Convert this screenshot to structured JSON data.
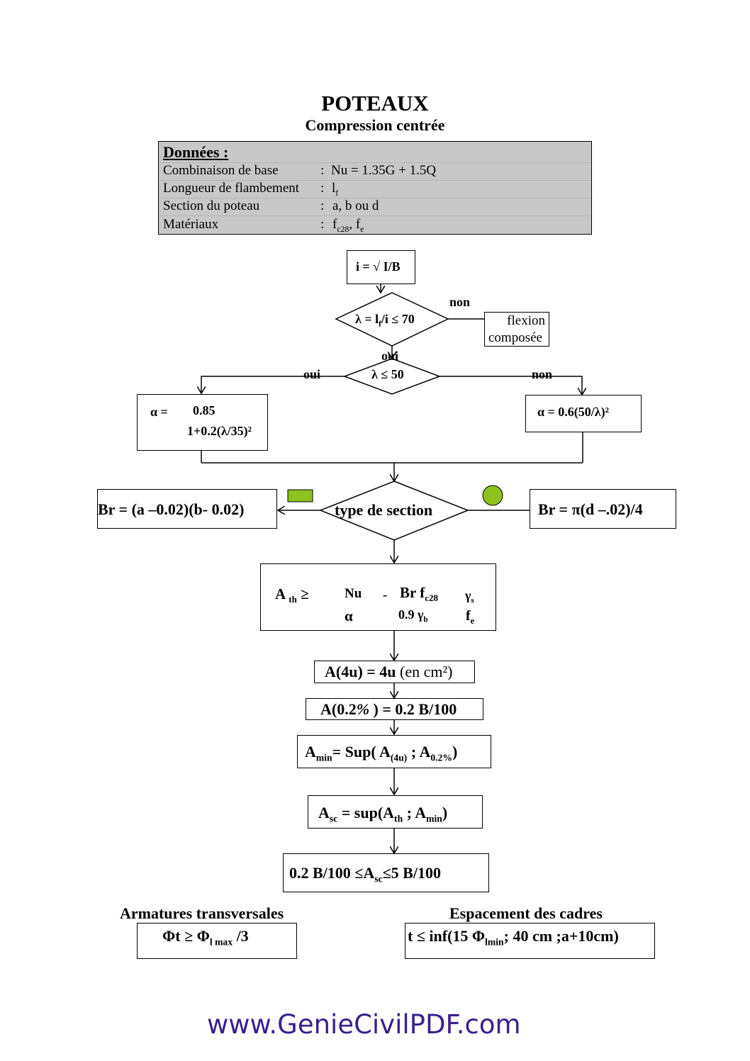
{
  "title": "POTEAUX",
  "subtitle": "Compression centrée",
  "donnees": {
    "heading": "Données :",
    "rows": [
      {
        "label": "Combinaison de base",
        "sep": ":",
        "value": "Nu = 1.35G + 1.5Q"
      },
      {
        "label": "Longueur de flambement",
        "sep": ":",
        "value_main": "l",
        "value_sub": "f"
      },
      {
        "label": "Section du poteau",
        "sep": ":",
        "value": "a, b ou d"
      },
      {
        "label": "Matériaux",
        "sep": ":",
        "v1": "f",
        "v1_sub": "c28",
        "v2": ", f",
        "v2_sub": "e"
      }
    ]
  },
  "box_i": {
    "lhs": "i =",
    "sqrt": "√",
    "rhs": "I/B"
  },
  "decision_lambda": {
    "a": "λ = l",
    "sub": "f",
    "b": "/i",
    "rel": "≤ 70"
  },
  "label_non_1": "non",
  "box_flexion": {
    "line1": "flexion",
    "line2": "composée"
  },
  "label_oui_center": "oui",
  "decision_50": {
    "text": "λ ≤ 50"
  },
  "label_oui_left": "oui",
  "label_non_right": "non",
  "box_alpha_left": {
    "lhs": "α =",
    "num": "0.85",
    "den": "1+0.2(λ/35)²"
  },
  "box_alpha_right": {
    "text": "α = 0.6(50/λ)²"
  },
  "decision_section": {
    "text": "type de section"
  },
  "box_br_rect": {
    "text": "Br = (a –0.02)(b- 0.02)"
  },
  "box_br_circ": {
    "pre": "Br =",
    "pi": "π",
    "post": "(d –.02)/4"
  },
  "box_ath": {
    "lhs": "A",
    "lhs_sub": "th",
    "rel": "≥",
    "f1_num": "Nu",
    "f1_den": "α",
    "minus": "-",
    "f2_num": "Br f",
    "f2_num_sub": "c28",
    "f2_den": "0.9 γ",
    "f2_den_sub": "b",
    "f3_num": "γ",
    "f3_num_sub": "s",
    "f3_den": "f",
    "f3_den_sub": "e"
  },
  "box_a4u": {
    "bold": "A(4u) = 4u",
    "normal": "(en cm²)"
  },
  "box_a02": {
    "pre": "A(0.2",
    "pct": "%",
    "post": ") = 0.2 B/100"
  },
  "box_amin": {
    "a": "A",
    "a_sub": "min",
    "b": "= Sup( A",
    "b_sub": "(4u)",
    "c": "; A",
    "c_sub": "0.2%",
    "d": ")"
  },
  "box_asc": {
    "a": "A",
    "a_sub": "sc",
    "b": "= sup(A",
    "b_sub": "th",
    "c": "; A",
    "c_sub": "min",
    "d": ")"
  },
  "box_range": {
    "a": "0.2 B/100 ≤A",
    "a_sub": "sc",
    "b": "≤5 B/100"
  },
  "armatures": {
    "heading": "Armatures transversales",
    "a": "Φt ≥ Φ",
    "a_sub": "l max",
    "b": "/3"
  },
  "espacement": {
    "heading": "Espacement des cadres",
    "a": "t ≤ inf(15 Φ",
    "a_sub": "lmin",
    "b": "; 40 cm ;a+10cm)"
  },
  "website": "www.GenieCivilPDF.com",
  "colors": {
    "green": "#8dc21f",
    "gray_panel": "#c8c8c8",
    "website": "#3b1f8f"
  }
}
